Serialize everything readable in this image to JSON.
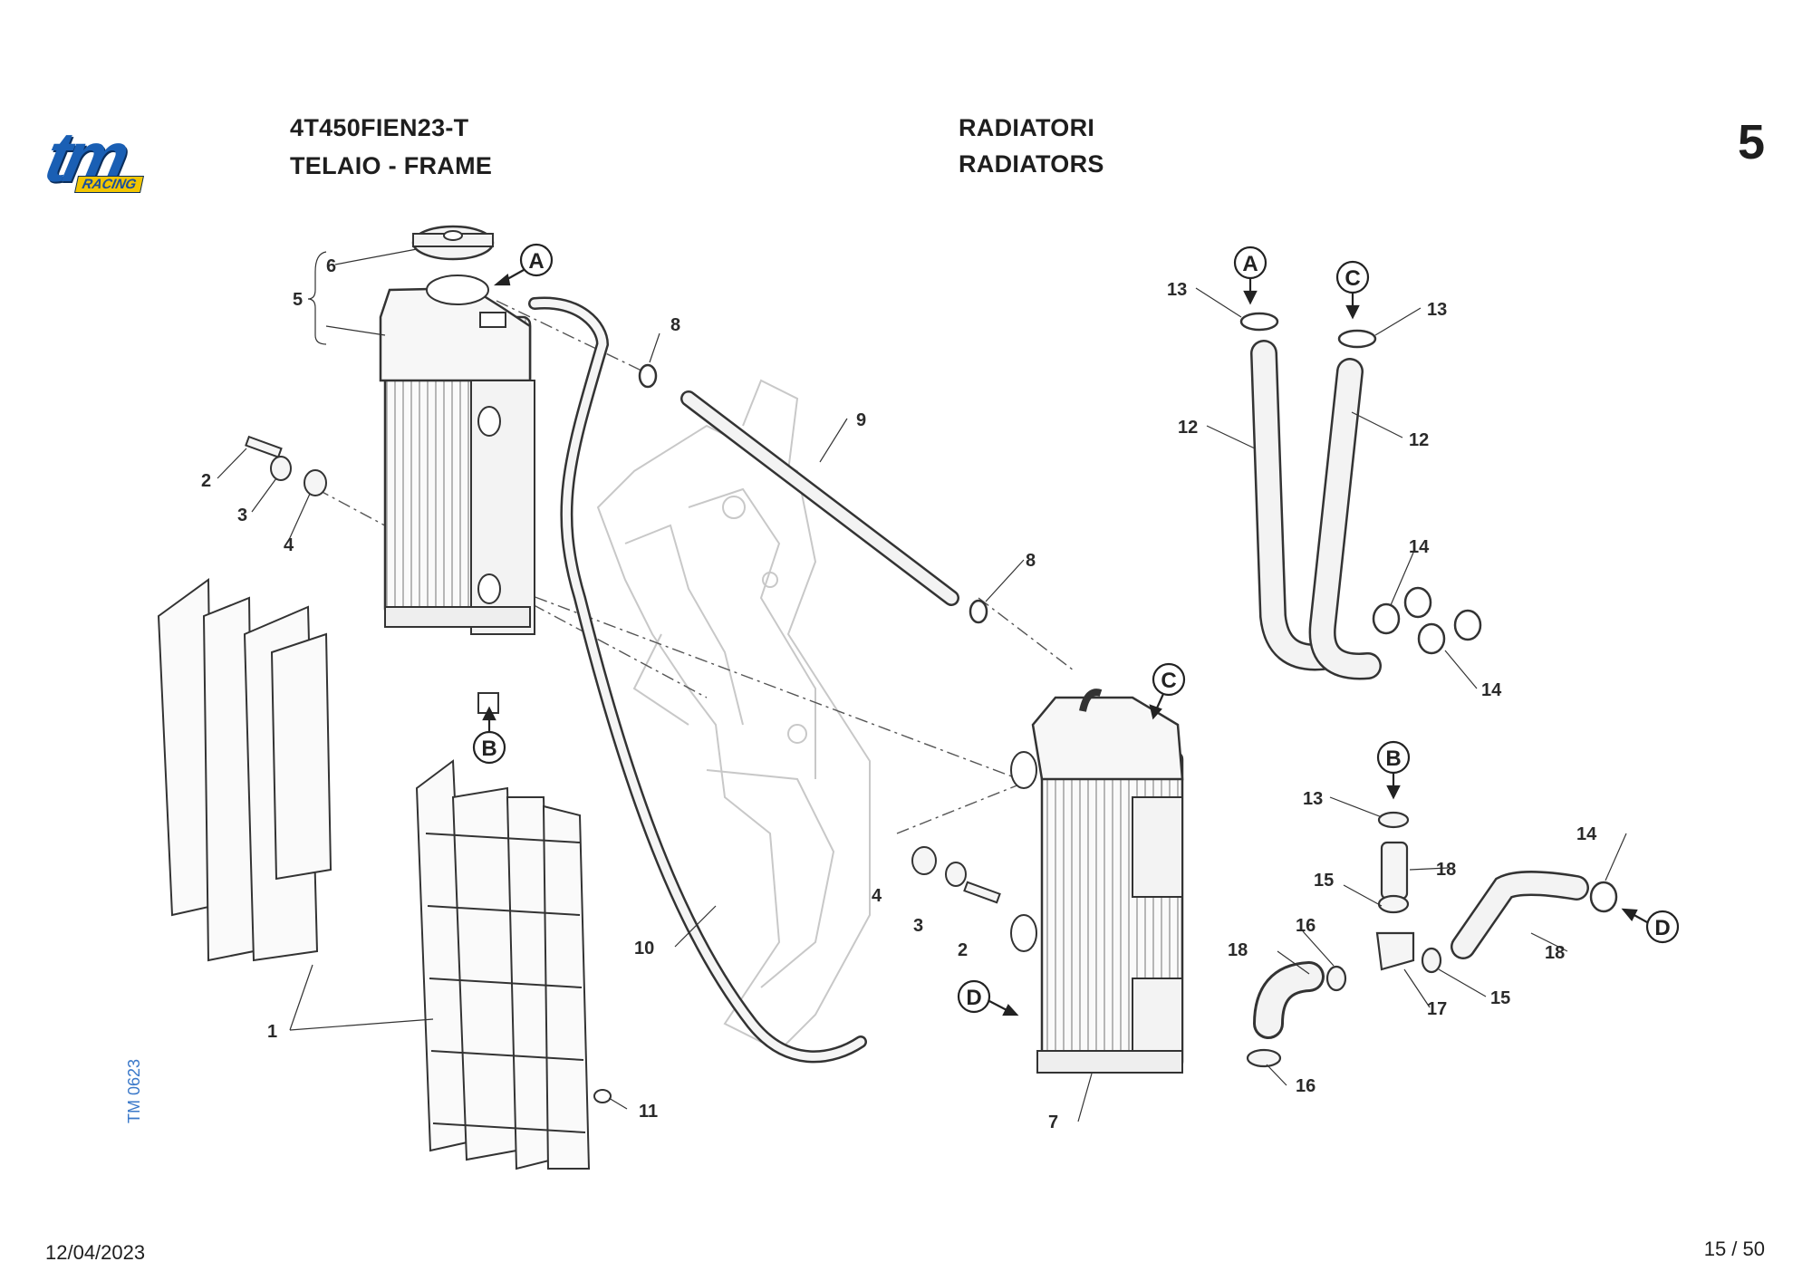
{
  "header": {
    "brand": "tm",
    "brand_sub": "RACING",
    "model_code": "4T450FIEN23-T",
    "group_title": "TELAIO - FRAME",
    "section_title_it": "RADIATORI",
    "section_title_en": "RADIATORS",
    "section_number": "5"
  },
  "footer": {
    "date": "12/04/2023",
    "page": "15 / 50",
    "doc_code": "TM 0623"
  },
  "diagram": {
    "callouts": [
      "A",
      "B",
      "C",
      "D"
    ],
    "part_labels": [
      "1",
      "2",
      "3",
      "4",
      "5",
      "6",
      "7",
      "8",
      "9",
      "10",
      "11",
      "12",
      "13",
      "14",
      "15",
      "16",
      "17",
      "18"
    ]
  }
}
